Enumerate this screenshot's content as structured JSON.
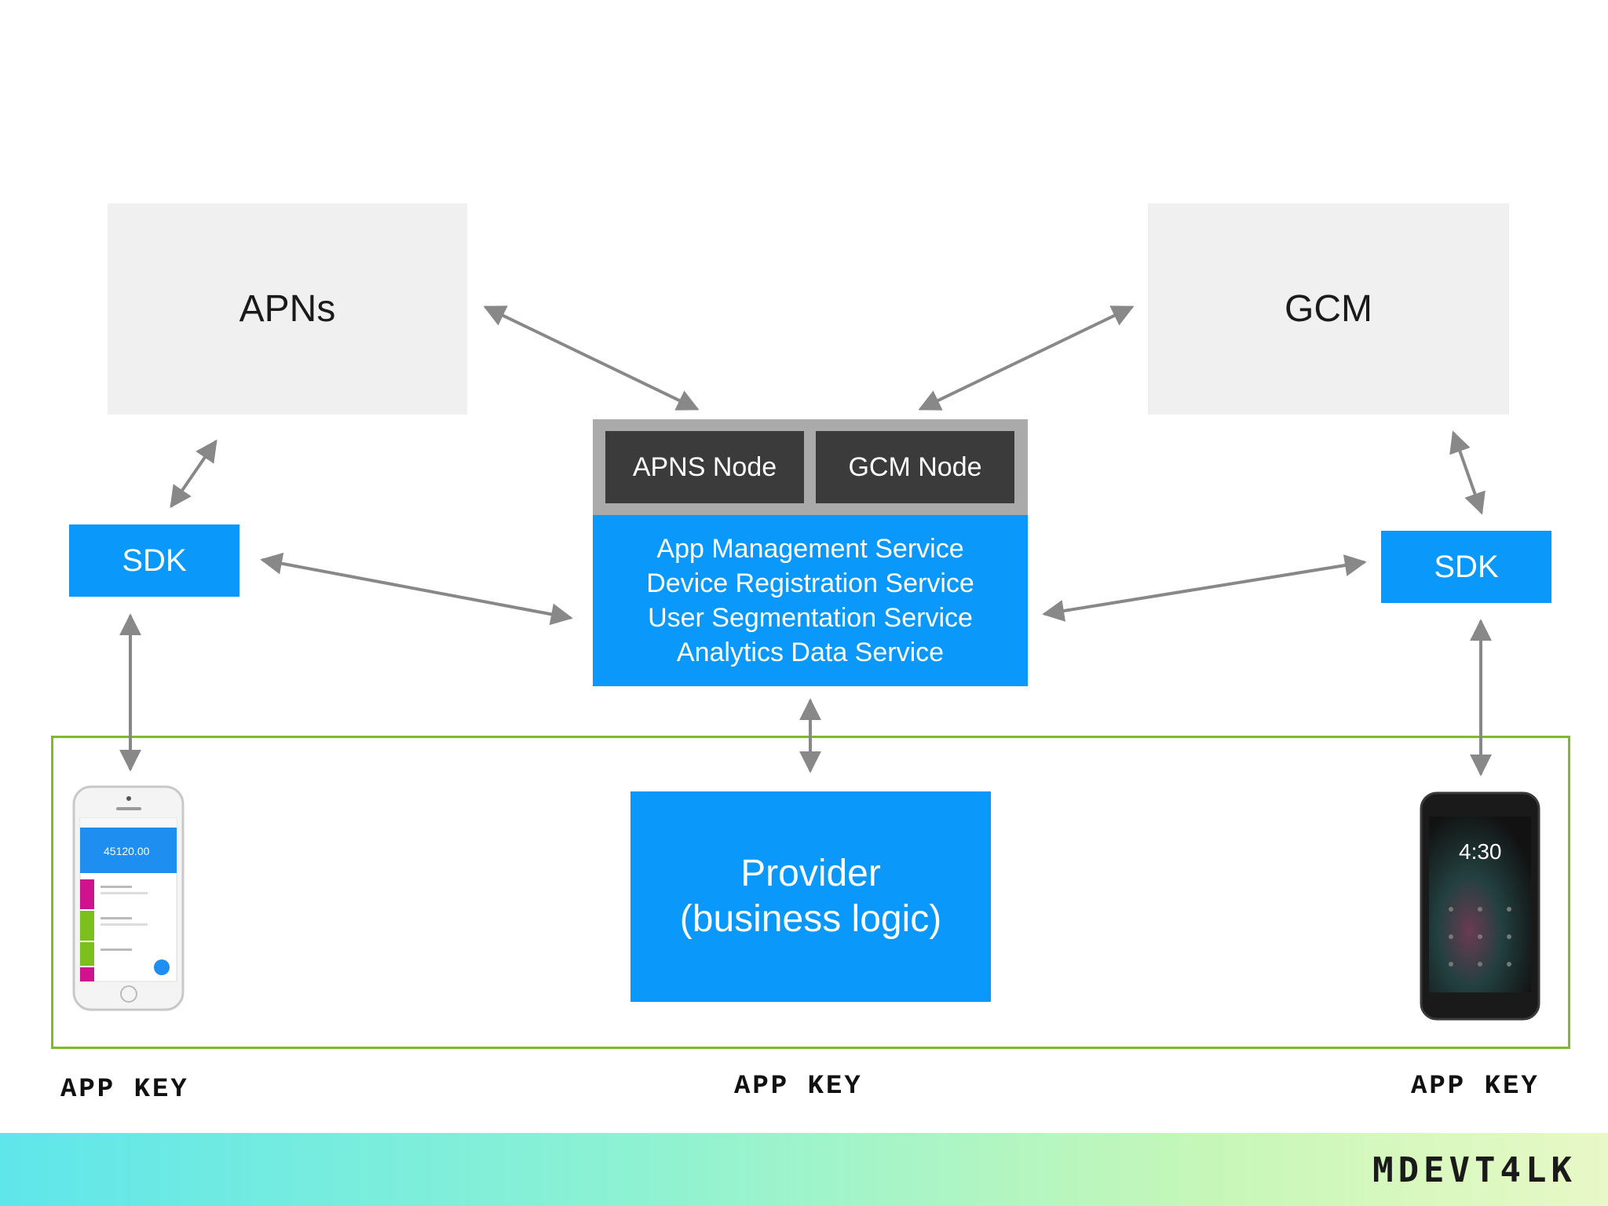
{
  "apns_box": {
    "label": "APNs"
  },
  "gcm_box": {
    "label": "GCM"
  },
  "nodes": {
    "apns_node": "APNS Node",
    "gcm_node": "GCM Node"
  },
  "services": [
    "App Management Service",
    "Device Registration Service",
    "User Segmentation Service",
    "Analytics Data Service"
  ],
  "sdk_left": {
    "label": "SDK"
  },
  "sdk_right": {
    "label": "SDK"
  },
  "provider": {
    "line1": "Provider",
    "line2": "(business logic)"
  },
  "iphone_screen": {
    "amount": "45120.00"
  },
  "android_screen": {
    "time": "4:30"
  },
  "app_keys": {
    "left": "APP KEY",
    "center": "APP KEY",
    "right": "APP KEY"
  },
  "footer": {
    "logo": "MDEVT4LK"
  },
  "colors": {
    "blue": "#0a99fa",
    "grey_box": "#f0f0f0",
    "node_dark": "#3b3b3b",
    "green_frame": "#7dbb2a",
    "arrow": "#888888"
  }
}
